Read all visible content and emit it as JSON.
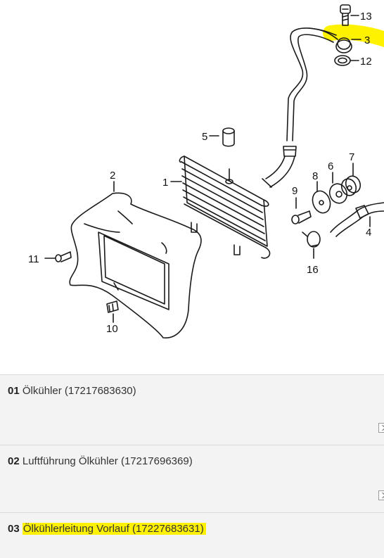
{
  "diagram": {
    "callouts": [
      "1",
      "2",
      "3",
      "4",
      "5",
      "6",
      "7",
      "8",
      "9",
      "10",
      "11",
      "12",
      "13",
      "16"
    ],
    "colors": {
      "line": "#1a1a1a",
      "highlight": "#fff200",
      "row_bg": "#f3f3f3"
    }
  },
  "parts": [
    {
      "num": "01",
      "label": "Ölkühler (17217683630)",
      "highlighted": false
    },
    {
      "num": "02",
      "label": "Luftführung Ölkühler (17217696369)",
      "highlighted": false
    },
    {
      "num": "03",
      "label": "Ölkühlerleitung Vorlauf (17227683631)",
      "highlighted": true
    }
  ],
  "icons": {
    "expand": "expand-icon"
  }
}
